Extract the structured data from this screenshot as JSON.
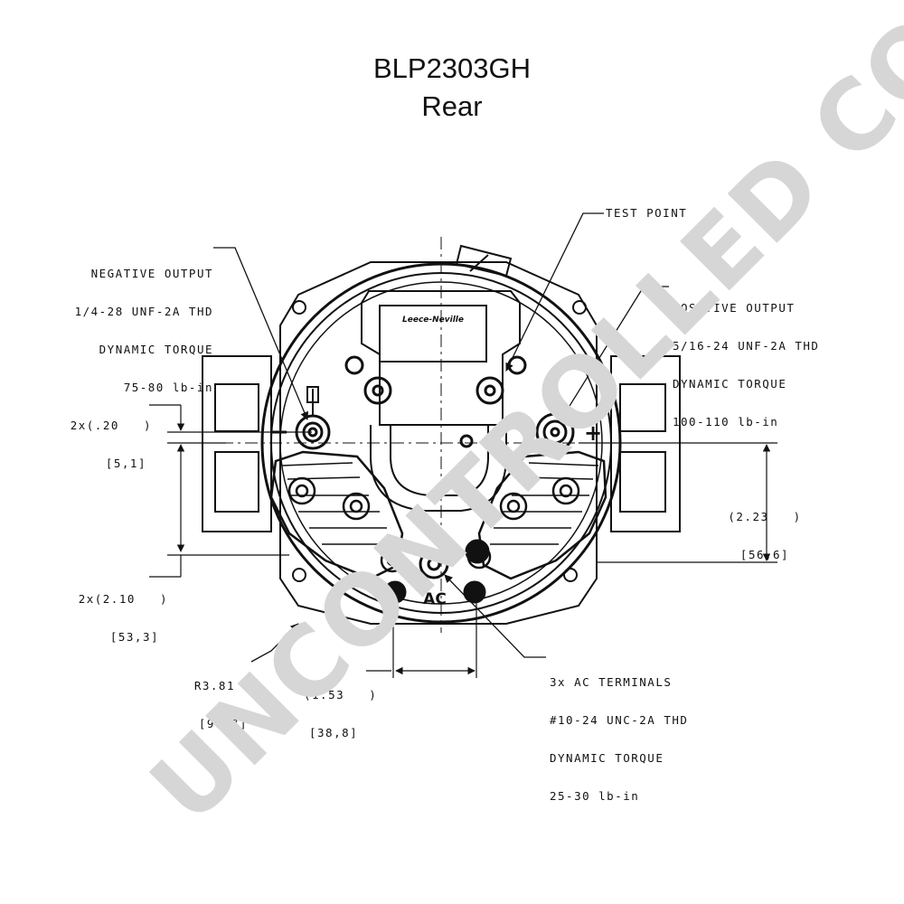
{
  "title": "BLP2303GH",
  "subtitle": "Rear",
  "watermark": "UNCONTROLLED COPY",
  "labels": {
    "negative_output": [
      "NEGATIVE OUTPUT",
      "1/4-28 UNF-2A THD",
      "DYNAMIC TORQUE",
      "75-80 lb-in"
    ],
    "test_point": "TEST POINT",
    "positive_output": [
      "POSITIVE OUTPUT",
      "5/16-24 UNF-2A THD",
      "DYNAMIC TORQUE",
      "100-110 lb-in"
    ],
    "ac_terminals": [
      "3x AC TERMINALS",
      "#10-24 UNC-2A THD",
      "DYNAMIC TORQUE",
      "25-30 lb-in"
    ],
    "brand": "Leece-Neville",
    "ac": "AC",
    "minus": "−",
    "plus": "+"
  },
  "dimensions": {
    "d1_in": "2x(.20   )",
    "d1_mm": "[5,1]",
    "d2_in": "2x(2.10   )",
    "d2_mm": "[53,3]",
    "d3_in": "(2.23   )",
    "d3_mm": "[56,6]",
    "d4_in": "R3.81",
    "d4_mm": "[96,7]",
    "d5_in": "(1.53   )",
    "d5_mm": "[38,8]"
  }
}
